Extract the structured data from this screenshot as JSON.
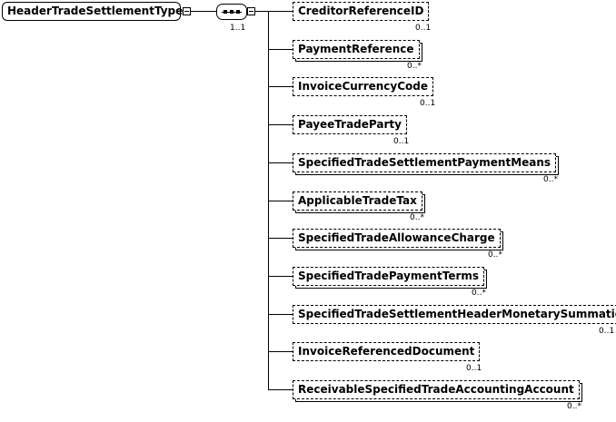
{
  "root": {
    "label": "HeaderTradeSettlementType",
    "sequence_occurrence": "1..1"
  },
  "children": [
    {
      "label": "CreditorReferenceID",
      "occurrence": "0..1"
    },
    {
      "label": "PaymentReference",
      "occurrence": "0..*"
    },
    {
      "label": "InvoiceCurrencyCode",
      "occurrence": "0..1"
    },
    {
      "label": "PayeeTradeParty",
      "occurrence": "0..1"
    },
    {
      "label": "SpecifiedTradeSettlementPaymentMeans",
      "occurrence": "0..*"
    },
    {
      "label": "ApplicableTradeTax",
      "occurrence": "0..*"
    },
    {
      "label": "SpecifiedTradeAllowanceCharge",
      "occurrence": "0..*"
    },
    {
      "label": "SpecifiedTradePaymentTerms",
      "occurrence": "0..*"
    },
    {
      "label": "SpecifiedTradeSettlementHeaderMonetarySummation",
      "occurrence": "0..1"
    },
    {
      "label": "InvoiceReferencedDocument",
      "occurrence": "0..1"
    },
    {
      "label": "ReceivableSpecifiedTradeAccountingAccount",
      "occurrence": "0..*"
    }
  ]
}
